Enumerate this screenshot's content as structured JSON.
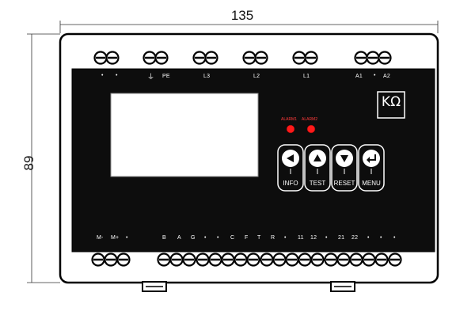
{
  "dimensions": {
    "width_label": "135",
    "height_label": "89"
  },
  "brand": {
    "logo": "KΩ"
  },
  "top_terminal_labels": [
    "•",
    "•",
    "⏚",
    "PE",
    "L3",
    "L2",
    "L1",
    "A1",
    "•",
    "A2"
  ],
  "alarms": [
    {
      "label": "ALARM1",
      "color": "#ff1a1a"
    },
    {
      "label": "ALARM2",
      "color": "#ff1a1a"
    }
  ],
  "buttons": [
    {
      "label": "INFO",
      "icon": "arrow-left-icon"
    },
    {
      "label": "TEST",
      "icon": "arrow-up-icon"
    },
    {
      "label": "RESET",
      "icon": "arrow-down-icon"
    },
    {
      "label": "MENU",
      "icon": "enter-icon"
    }
  ],
  "bottom_terminal_labels": [
    "M-",
    "M+",
    "•",
    "B",
    "A",
    "G",
    "•",
    "•",
    "C",
    "F",
    "T",
    "R",
    "•",
    "11",
    "12",
    "•",
    "21",
    "22",
    "•",
    "•",
    "•"
  ],
  "colors": {
    "housing": "#1a1a1a",
    "panel": "#0d0d0d",
    "display": "#ffffff",
    "alarm_led": "#ff1a1a",
    "outline": "#000000"
  }
}
